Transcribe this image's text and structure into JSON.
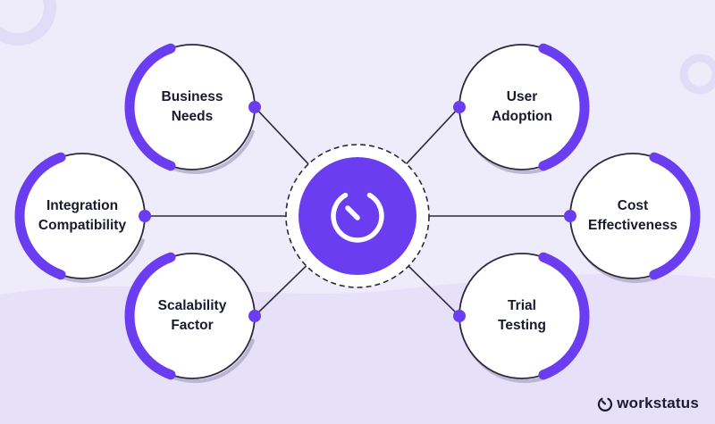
{
  "colors": {
    "background": "#eeebfb",
    "accent": "#6a3df0",
    "node_fill": "#ffffff",
    "node_stroke": "#2b2a3d",
    "connector": "#2b2a3d",
    "shadow": "#a6a2bf"
  },
  "center": {
    "icon": "stopwatch-icon"
  },
  "nodes": [
    {
      "id": "business-needs",
      "lines": [
        "Business",
        "Needs"
      ],
      "dot_side": "right"
    },
    {
      "id": "user-adoption",
      "lines": [
        "User",
        "Adoption"
      ],
      "dot_side": "left"
    },
    {
      "id": "integration-compatibility",
      "lines": [
        "Integration",
        "Compatibility"
      ],
      "dot_side": "right"
    },
    {
      "id": "cost-effectiveness",
      "lines": [
        "Cost",
        "Effectiveness"
      ],
      "dot_side": "left"
    },
    {
      "id": "scalability-factor",
      "lines": [
        "Scalability",
        "Factor"
      ],
      "dot_side": "right"
    },
    {
      "id": "trial-testing",
      "lines": [
        "Trial",
        "Testing"
      ],
      "dot_side": "left"
    }
  ],
  "brand": {
    "icon": "stopwatch-logo-icon",
    "name": "workstatus"
  }
}
